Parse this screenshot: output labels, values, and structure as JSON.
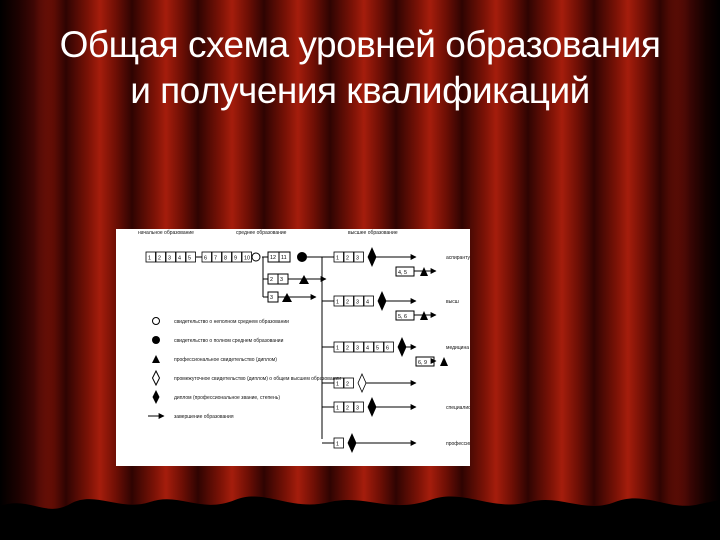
{
  "slide": {
    "title_line1": "Общая схема уровней образования",
    "title_line2": "и получения квалификаций"
  },
  "diagram": {
    "col_headers": [
      "начальное образование",
      "среднее образование",
      "высшее образование"
    ],
    "primary_boxes": [
      "1",
      "2",
      "3",
      "4",
      "5",
      "6",
      "7",
      "8",
      "9",
      "10"
    ],
    "secondary_boxes": [
      [
        "12",
        "11"
      ],
      [
        "2",
        "3"
      ],
      [
        "3"
      ]
    ],
    "higher_rows": [
      {
        "boxes": [
          "1",
          "2",
          "3"
        ],
        "extra": "4, 5",
        "label": "аспирантура, магистратура"
      },
      {
        "boxes": [
          "1",
          "2",
          "3",
          "4"
        ],
        "extra": "5, 6",
        "label": "высш"
      },
      {
        "boxes": [
          "1",
          "2",
          "3",
          "4",
          "5",
          "6"
        ],
        "extra": "6, 9",
        "label": "медицина"
      },
      {
        "boxes": [
          "1",
          "2"
        ],
        "label": ""
      },
      {
        "boxes": [
          "1",
          "2",
          "3"
        ],
        "label": "специалист"
      },
      {
        "boxes": [
          "1"
        ],
        "label": "профессия"
      }
    ],
    "legend": [
      {
        "icon": "open-circle-icon",
        "text": "свидетельство о неполном среднем образовании"
      },
      {
        "icon": "filled-circle-icon",
        "text": "свидетельство о полном среднем образовании"
      },
      {
        "icon": "triangle-icon",
        "text": "профессиональное свидетельство (диплом)"
      },
      {
        "icon": "open-diamond-icon",
        "text": "промежуточное свидетельство (диплом) о общем высшем образовании"
      },
      {
        "icon": "filled-diamond-icon",
        "text": "диплом (профессиональное звание, степень)"
      },
      {
        "icon": "arrow-icon",
        "text": "завершение образования"
      }
    ]
  }
}
